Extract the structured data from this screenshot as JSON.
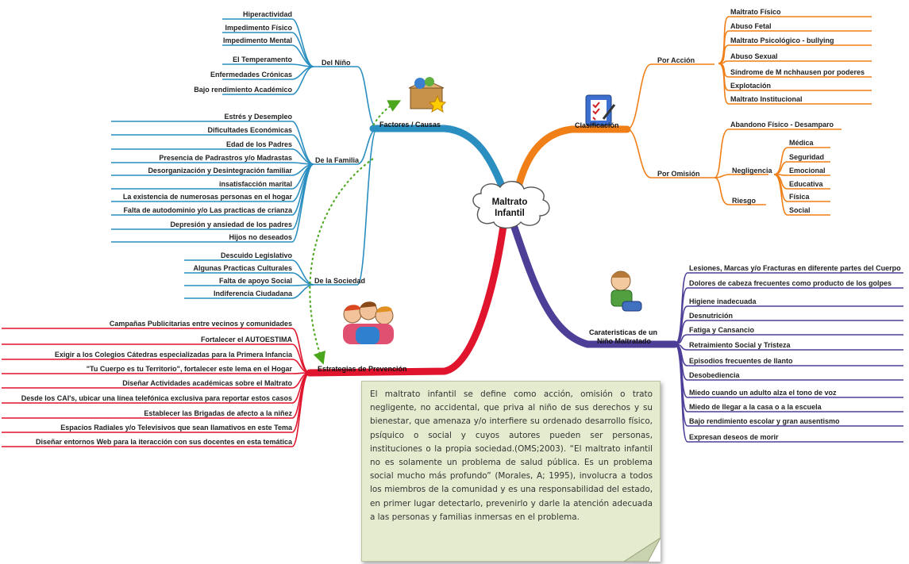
{
  "center": {
    "line1": "Maltrato",
    "line2": "Infantil"
  },
  "branches": {
    "causes": {
      "title": "Factores / Causas",
      "del_nino": {
        "title": "Del Niño",
        "items": [
          "Hiperactividad",
          "Impedimento Físico",
          "Impedimento Mental",
          "El Temperamento",
          "Enfermedades Crónicas",
          "Bajo rendimiento Académico"
        ]
      },
      "familia": {
        "title": "De la Familia",
        "items": [
          "Estrés y Desempleo",
          "Dificultades Económicas",
          "Edad de los Padres",
          "Presencia de Padrastros y/o Madrastas",
          "Desorganización y Desintegración familiar",
          "insatisfacción marital",
          "La existencia de numerosas personas en el hogar",
          "Falta de autodominio y/o Las practicas de crianza",
          "Depresión y ansiedad de los padres",
          "Hijos no deseados"
        ]
      },
      "sociedad": {
        "title": "De la Sociedad",
        "items": [
          "Descuido Legislativo",
          "Algunas Practicas Culturales",
          "Falta de apoyo Social",
          "Indiferencia Ciudadana"
        ]
      }
    },
    "clasificacion": {
      "title": "Clasificación",
      "accion": {
        "title": "Por Acción",
        "items": [
          "Maltrato Físico",
          "Abuso Fetal",
          "Maltrato Psicológico - bullying",
          "Abuso Sexual",
          "Síndrome de M nchhausen por poderes",
          "Explotación",
          "Maltrato Institucional"
        ]
      },
      "omision": {
        "title": "Por Omisión",
        "abandono": "Abandono Físico - Desamparo",
        "negligencia": {
          "title": "Negligencia",
          "items": [
            "Médica",
            "Seguridad",
            "Emocional",
            "Educativa",
            "Física",
            "Social"
          ]
        },
        "riesgo": "Riesgo"
      }
    },
    "caracteristicas": {
      "title_line1": "Carateristicas de un",
      "title_line2": "Niño Maltratado",
      "items": [
        "Lesiones, Marcas y/o Fracturas en diferente partes del Cuerpo",
        "Dolores de cabeza frecuentes como producto de los golpes",
        "Higiene inadecuada",
        "Desnutrición",
        "Fatiga y Cansancio",
        "Retraimiento Social y Tristeza",
        "Episodios frecuentes de llanto",
        "Desobediencia",
        "Miedo cuando un adulto alza el tono de voz",
        "Miedo de llegar a la casa o a la escuela",
        "Bajo rendimiento escolar y gran ausentismo",
        "Expresan deseos de morir"
      ]
    },
    "estrategias": {
      "title": "Estrategias de Prevención",
      "items": [
        "Campañas Publicitarias entre vecinos y comunidades",
        "Fortalecer el AUTOESTIMA",
        "Exigir a los Colegios Cátedras especializadas para la Primera Infancia",
        "\"Tu Cuerpo es tu Territorio\", fortalecer este lema en el Hogar",
        "Diseñar Actividades académicas sobre el Maltrato",
        "Desde los CAI's, ubicar una línea telefónica exclusiva para reportar estos casos",
        "Establecer las Brigadas de afecto a la niñez",
        "Espacios Radiales y/o Televisivos que sean llamativos en este Tema",
        "Diseñar entornos Web para la iteracción con sus docentes en esta temática"
      ]
    }
  },
  "note": "El maltrato infantil se define como acción, omisión o trato negligente, no accidental, que priva al niño de sus derechos y su bienestar, que amenaza y/o interfiere su ordenado desarrollo físico, psíquico o social y cuyos autores pueden ser personas, instituciones o la propia sociedad.(OMS;2003). “El maltrato infantil no es solamente un problema de salud pública. Es un problema social mucho más profundo” (Morales, A; 1995), involucra a todos los miembros de la comunidad y es una responsabilidad del estado, en primer lugar detectarlo, prevenirlo y darle la atención adecuada a las personas y familias inmersas en el problema.",
  "colors": {
    "causes": "#2a8ec0",
    "clasificacion": "#f07f18",
    "caracteristicas": "#4d3f98",
    "estrategias": "#e0142c",
    "arrow": "#4aa61c",
    "note_bg": "#e4ebcf"
  },
  "icons": [
    "treasure-box-icon",
    "checklist-icon",
    "sad-child-icon",
    "children-group-icon"
  ]
}
